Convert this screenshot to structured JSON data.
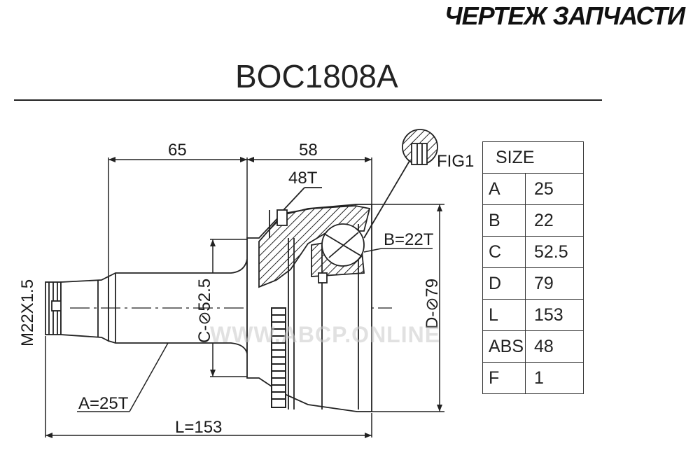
{
  "header": {
    "title": "ЧЕРТЕЖ ЗАПЧАСТИ"
  },
  "part": {
    "number": "BOC1808A"
  },
  "dimensions": {
    "length_65": "65",
    "length_58": "58",
    "teeth_48": "48T",
    "fig": "FIG1",
    "b_spline": "B=22T",
    "c_dia": "C-⊘52.5",
    "d_dia": "D-⊘79",
    "thread": "M22X1.5",
    "a_spline": "A=25T",
    "total_length": "L=153"
  },
  "watermark": "WWW.ABCP.ONLINE",
  "size_table": {
    "header": "SIZE",
    "rows": [
      {
        "key": "A",
        "value": "25"
      },
      {
        "key": "B",
        "value": "22"
      },
      {
        "key": "C",
        "value": "52.5"
      },
      {
        "key": "D",
        "value": "79"
      },
      {
        "key": "L",
        "value": "153"
      },
      {
        "key": "ABS",
        "value": "48"
      },
      {
        "key": "F",
        "value": "1"
      }
    ]
  }
}
